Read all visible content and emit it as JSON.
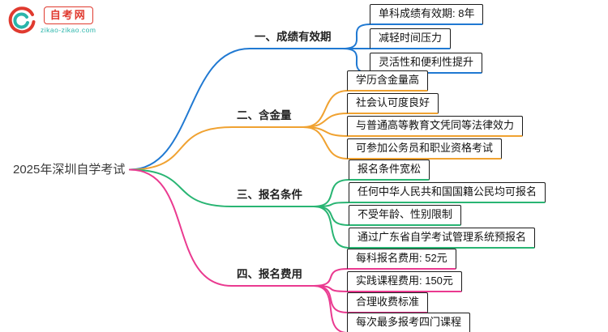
{
  "logo": {
    "name": "自考网",
    "domain": "zikao-zikao.com",
    "icon": "swirl-logo-icon",
    "colors": {
      "red": "#e03a2f",
      "teal": "#2ab5ab"
    }
  },
  "root": {
    "label": "2025年深圳自学考试"
  },
  "branches": [
    {
      "label": "一、成绩有效期",
      "color": "#2079d2",
      "children": [
        "单科成绩有效期: 8年",
        "减轻时间压力",
        "灵活性和便利性提升"
      ]
    },
    {
      "label": "二、含金量",
      "color": "#f0a231",
      "children": [
        "学历含金量高",
        "社会认可度良好",
        "与普通高等教育文凭同等法律效力",
        "可参加公务员和职业资格考试"
      ]
    },
    {
      "label": "三、报名条件",
      "color": "#29b573",
      "children": [
        "报名条件宽松",
        "任何中华人民共和国国籍公民均可报名",
        "不受年龄、性别限制",
        "通过广东省自学考试管理系统预报名"
      ]
    },
    {
      "label": "四、报名费用",
      "color": "#ea3a90",
      "children": [
        "每科报名费用: 52元",
        "实践课程费用: 150元",
        "合理收费标准",
        "每次最多报考四门课程"
      ]
    }
  ]
}
